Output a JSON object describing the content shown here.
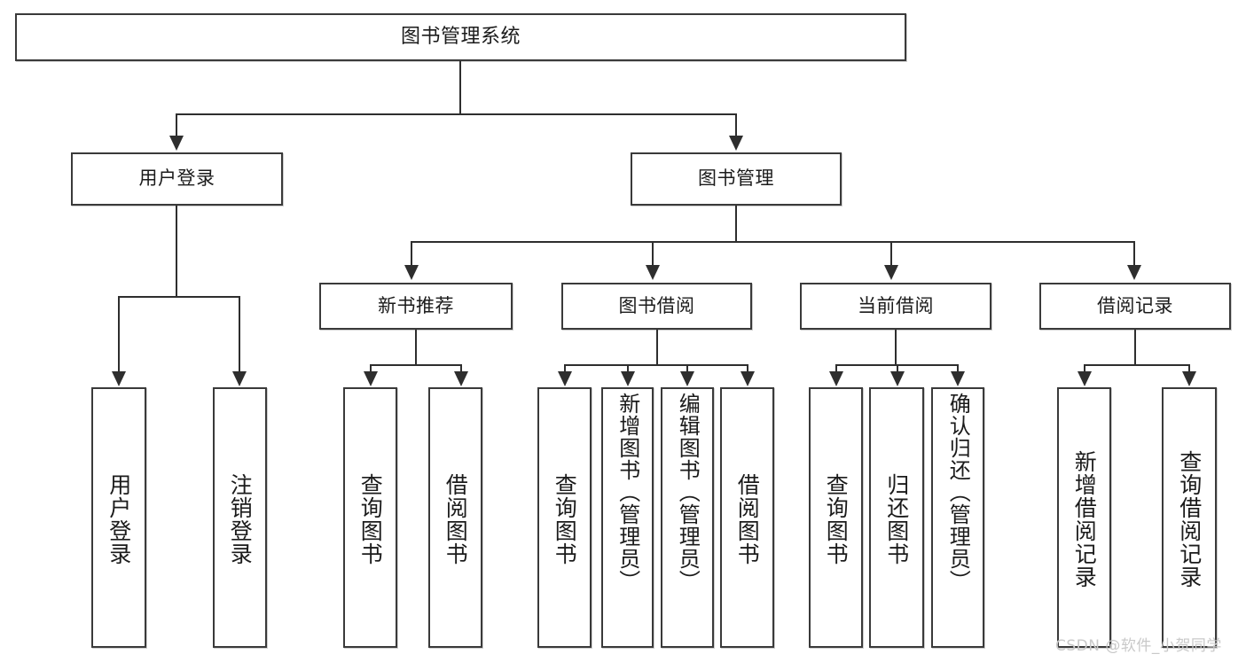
{
  "diagram": {
    "title_node": {
      "label": "图书管理系统"
    },
    "level2": [
      {
        "label": "用户登录"
      },
      {
        "label": "图书管理"
      }
    ],
    "level3": [
      {
        "label": "新书推荐"
      },
      {
        "label": "图书借阅"
      },
      {
        "label": "当前借阅"
      },
      {
        "label": "借阅记录"
      }
    ],
    "leaves": {
      "user_login": [
        {
          "label": "用户登录"
        },
        {
          "label": "注销登录"
        }
      ],
      "new_book_recommend": [
        {
          "label": "查询图书"
        },
        {
          "label": "借阅图书"
        }
      ],
      "book_borrow": [
        {
          "label": "查询图书"
        },
        {
          "label": "新增图书（管理员）"
        },
        {
          "label": "编辑图书（管理员）"
        },
        {
          "label": "借阅图书"
        }
      ],
      "current_borrow": [
        {
          "label": "查询图书"
        },
        {
          "label": "归还图书"
        },
        {
          "label": "确认归还（管理员）"
        }
      ],
      "borrow_record": [
        {
          "label": "新增借阅记录"
        },
        {
          "label": "查询借阅记录"
        }
      ]
    }
  },
  "watermark": {
    "text": "CSDN @软件_小贺同学"
  },
  "colors": {
    "box_border": "#3a3a3a",
    "connector": "#2e2e2e",
    "background": "#ffffff",
    "watermark": "#c9c9c9"
  }
}
